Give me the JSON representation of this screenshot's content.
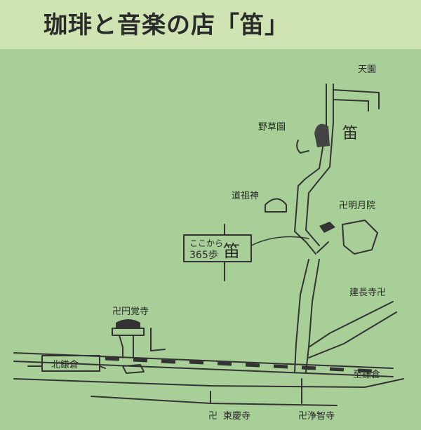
{
  "title": "珈琲と音楽の店「笛」",
  "map": {
    "shop_marker": "笛",
    "sign": {
      "line1": "ここから",
      "line2": "365歩",
      "shop": "笛"
    },
    "labels": {
      "tenen": "天園",
      "yasouen": "野草園",
      "dosojin": "道祖神",
      "meigetsuin": "卍明月院",
      "kenchoji": "建長寺卍",
      "enkakuji": "卍円覚寺",
      "station": "北鎌倉",
      "to_kamakura": "至鎌倉",
      "tokeiji": "東慶寺",
      "jochiji": "卍浄智寺"
    },
    "symbols": {
      "temple": "卍"
    }
  }
}
